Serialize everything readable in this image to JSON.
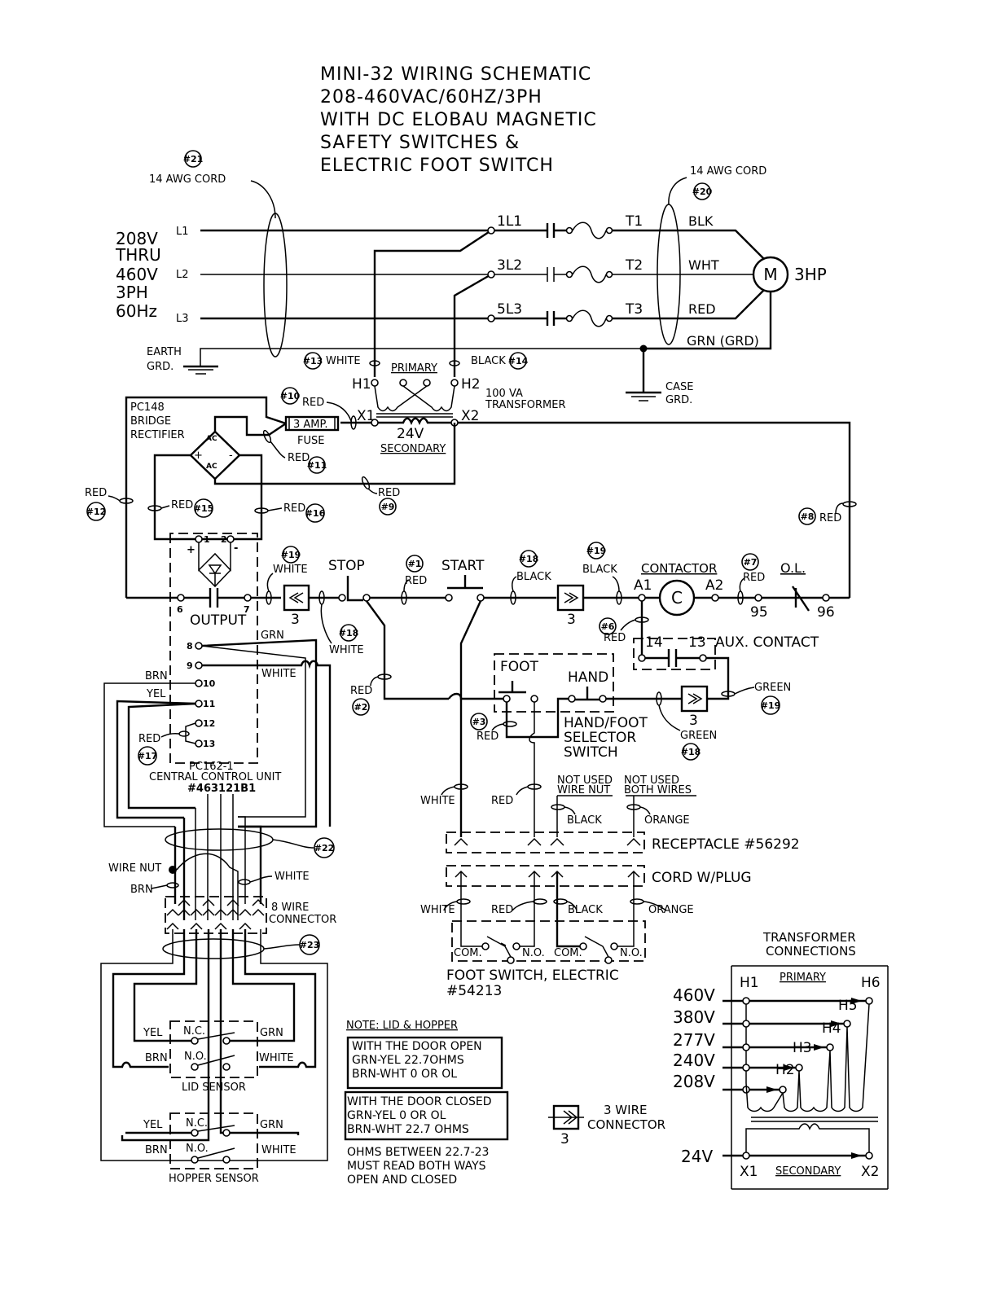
{
  "title": {
    "lines": [
      "MINI-32 WIRING SCHEMATIC",
      "208-460VAC/60HZ/3PH",
      "WITH DC ELOBAU MAGNETIC",
      "SAFETY SWITCHES &",
      "ELECTRIC FOOT SWITCH"
    ]
  },
  "supply": {
    "cord_label": "14 AWG CORD",
    "cord_tag": "#21",
    "voltage_lines": [
      "208V",
      "THRU",
      "460V",
      "3PH",
      "60Hz"
    ],
    "lines": [
      "L1",
      "L2",
      "L3"
    ],
    "earth": [
      "EARTH",
      "GRD."
    ]
  },
  "motor": {
    "cord_label": "14 AWG CORD",
    "cord_tag": "#20",
    "line_terminals": [
      "1L1",
      "3L2",
      "5L3"
    ],
    "load_terminals": [
      "T1",
      "T2",
      "T3"
    ],
    "wire_colors": [
      "BLK",
      "WHT",
      "RED"
    ],
    "ground": "GRN (GRD)",
    "symbol": "M",
    "rating": "3HP",
    "case_ground": [
      "CASE",
      "GRD."
    ]
  },
  "transformer": {
    "primary": "PRIMARY",
    "h1": "H1",
    "h2": "H2",
    "x1": "X1",
    "x2": "X2",
    "secondary_voltage": "24V",
    "secondary": "SECONDARY",
    "rating": [
      "100 VA",
      "TRANSFORMER"
    ],
    "wire13": {
      "tag": "#13",
      "color": "WHITE"
    },
    "wire14": {
      "tag": "#14",
      "color": "BLACK"
    }
  },
  "rectifier": {
    "label": [
      "PC148",
      "BRIDGE",
      "RECTIFIER"
    ],
    "ac": "AC",
    "plus": "+",
    "minus": "-",
    "fuse_rating": "3 AMP.",
    "fuse_label": "FUSE"
  },
  "wires": {
    "w1": {
      "tag": "#1",
      "color": "RED"
    },
    "w2": {
      "tag": "#2",
      "color": "RED"
    },
    "w3": {
      "tag": "#3",
      "color": "RED"
    },
    "w6": {
      "tag": "#6",
      "color": "RED"
    },
    "w7": {
      "tag": "#7",
      "color": "RED"
    },
    "w8": {
      "tag": "#8",
      "color": "RED"
    },
    "w9": {
      "tag": "#9",
      "color": "RED"
    },
    "w10": {
      "tag": "#10",
      "color": "RED"
    },
    "w11": {
      "tag": "#11",
      "color": "RED"
    },
    "w12": {
      "tag": "#12",
      "color": "RED"
    },
    "w15": {
      "tag": "#15",
      "color": "RED"
    },
    "w16": {
      "tag": "#16",
      "color": "RED"
    },
    "w17": {
      "tag": "#17",
      "color": "RED"
    },
    "w18a": {
      "tag": "#18",
      "color": "WHITE"
    },
    "w18b": {
      "tag": "#18",
      "color": "BLACK"
    },
    "w18c": {
      "tag": "#18",
      "color": "GREEN"
    },
    "w19a": {
      "tag": "#19",
      "color": "WHITE"
    },
    "w19b": {
      "tag": "#19",
      "color": "BLACK"
    },
    "w19c": {
      "tag": "#19",
      "color": "GREEN"
    },
    "w22": {
      "tag": "#22"
    },
    "w23": {
      "tag": "#23"
    }
  },
  "control": {
    "stop": "STOP",
    "start": "START",
    "connector_num": "3",
    "contactor": "CONTACTOR",
    "a1": "A1",
    "a2": "A2",
    "coil": "C",
    "overload": "O.L.",
    "ol_95": "95",
    "ol_96": "96",
    "aux_contact": "AUX. CONTACT",
    "aux_14": "14",
    "aux_13": "13",
    "foot": "FOOT",
    "hand": "HAND",
    "selector": [
      "HAND/FOOT",
      "SELECTOR",
      "SWITCH"
    ]
  },
  "control_unit": {
    "label": [
      "PC162-1",
      "CENTRAL CONTROL UNIT",
      "#463121B1"
    ],
    "output": "OUTPUT",
    "terminals": [
      "1",
      "2",
      "6",
      "7",
      "8",
      "9",
      "10",
      "11",
      "12",
      "13"
    ],
    "wire_grn": "GRN",
    "wire_white": "WHITE",
    "wire_brn": "BRN",
    "wire_yel": "YEL"
  },
  "receptacle": {
    "white": "WHITE",
    "red": "RED",
    "not_used_1": [
      "NOT USED",
      "WIRE NUT"
    ],
    "not_used_2": [
      "NOT USED",
      "BOTH WIRES"
    ],
    "black": "BLACK",
    "orange": "ORANGE",
    "label": "RECEPTACLE #56292",
    "cord_plug": "CORD W/PLUG"
  },
  "foot_switch": {
    "wires": [
      "WHITE",
      "RED",
      "BLACK",
      "ORANGE"
    ],
    "com": "COM.",
    "no": "N.O.",
    "label": [
      "FOOT SWITCH, ELECTRIC",
      "#54213"
    ]
  },
  "sensor_harness": {
    "wire_nut": "WIRE NUT",
    "brn": "BRN",
    "white": "WHITE",
    "connector": [
      "8 WIRE",
      "CONNECTOR"
    ]
  },
  "sensors": [
    {
      "name": "LID SENSOR",
      "yel": "YEL",
      "brn": "BRN",
      "grn": "GRN",
      "white": "WHITE",
      "nc": "N.C.",
      "no": "N.O."
    },
    {
      "name": "HOPPER SENSOR",
      "yel": "YEL",
      "brn": "BRN",
      "grn": "GRN",
      "white": "WHITE",
      "nc": "N.C.",
      "no": "N.O."
    }
  ],
  "note": {
    "heading": "NOTE: LID & HOPPER",
    "open": [
      "WITH THE DOOR OPEN",
      "GRN-YEL 22.7OHMS",
      "BRN-WHT 0 OR OL"
    ],
    "closed": [
      "WITH THE DOOR CLOSED",
      "GRN-YEL 0 OR OL",
      "BRN-WHT 22.7 OHMS"
    ],
    "footer": [
      "OHMS BETWEEN 22.7-23",
      "MUST READ BOTH WAYS",
      "OPEN AND CLOSED"
    ]
  },
  "legend": {
    "num": "3",
    "label": [
      "3 WIRE",
      "CONNECTOR"
    ]
  },
  "tx_connections": {
    "title": [
      "TRANSFORMER",
      "CONNECTIONS"
    ],
    "primary": "PRIMARY",
    "secondary": "SECONDARY",
    "taps": [
      {
        "voltage": "460V",
        "tap": "H6"
      },
      {
        "voltage": "380V",
        "tap": "H5"
      },
      {
        "voltage": "277V",
        "tap": "H4"
      },
      {
        "voltage": "240V",
        "tap": "H3"
      },
      {
        "voltage": "208V",
        "tap": "H2"
      }
    ],
    "common": "H1",
    "secondary_voltage": "24V",
    "x1": "X1",
    "x2": "X2"
  }
}
